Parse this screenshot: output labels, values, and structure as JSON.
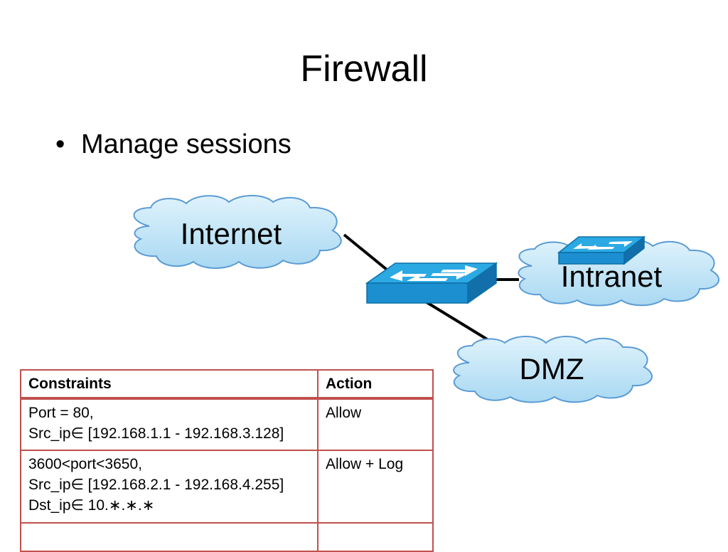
{
  "slide": {
    "title": "Firewall",
    "bullet": "Manage sessions"
  },
  "diagram": {
    "clouds": {
      "internet": "Internet",
      "intranet": "Intranet",
      "dmz": "DMZ"
    },
    "colors": {
      "cloud_fill": "#bfe4f7",
      "cloud_stroke": "#5b9bd5",
      "switch_top": "#29a7e1",
      "switch_front": "#1b8fcf",
      "link": "#000000"
    }
  },
  "table": {
    "headers": [
      "Constraints",
      "Action"
    ],
    "rows": [
      {
        "constraints": [
          "Port = 80,",
          "Src_ip∈ [192.168.1.1 - 192.168.3.128]"
        ],
        "action": "Allow"
      },
      {
        "constraints": [
          "3600<port<3650,",
          "Src_ip∈ [192.168.2.1 - 192.168.4.255]",
          "Dst_ip∈ 10.∗.∗.∗"
        ],
        "action": "Allow + Log"
      },
      {
        "constraints": [],
        "action": ""
      }
    ],
    "border_color": "#c0504d"
  }
}
